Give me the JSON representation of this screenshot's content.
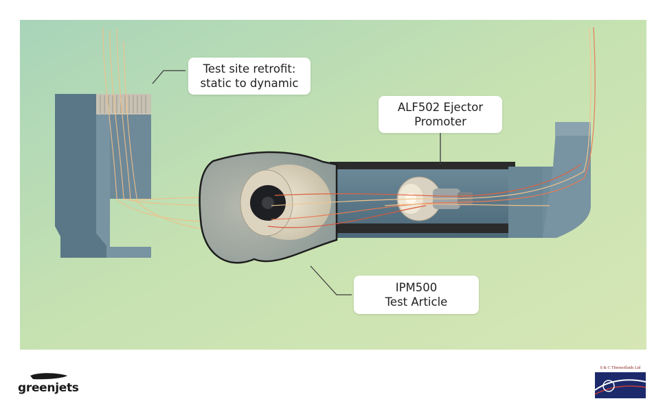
{
  "callouts": {
    "site": {
      "line1": "Test site retrofit:",
      "line2": "static to dynamic"
    },
    "ejector": {
      "line1": "ALF502 Ejector",
      "line2": "Promoter"
    },
    "article": {
      "line1": "IPM500",
      "line2": "Test Article"
    }
  },
  "footer": {
    "brand": "greenjets",
    "partner": "S & C Thermofluids Ltd"
  },
  "colors": {
    "background_start": "#bfe0c4",
    "background_end": "#d8e8b4",
    "duct": "#5f7c8c",
    "flow_lines_warm": "#e8b07a",
    "flow_lines_red": "#d9573b"
  }
}
